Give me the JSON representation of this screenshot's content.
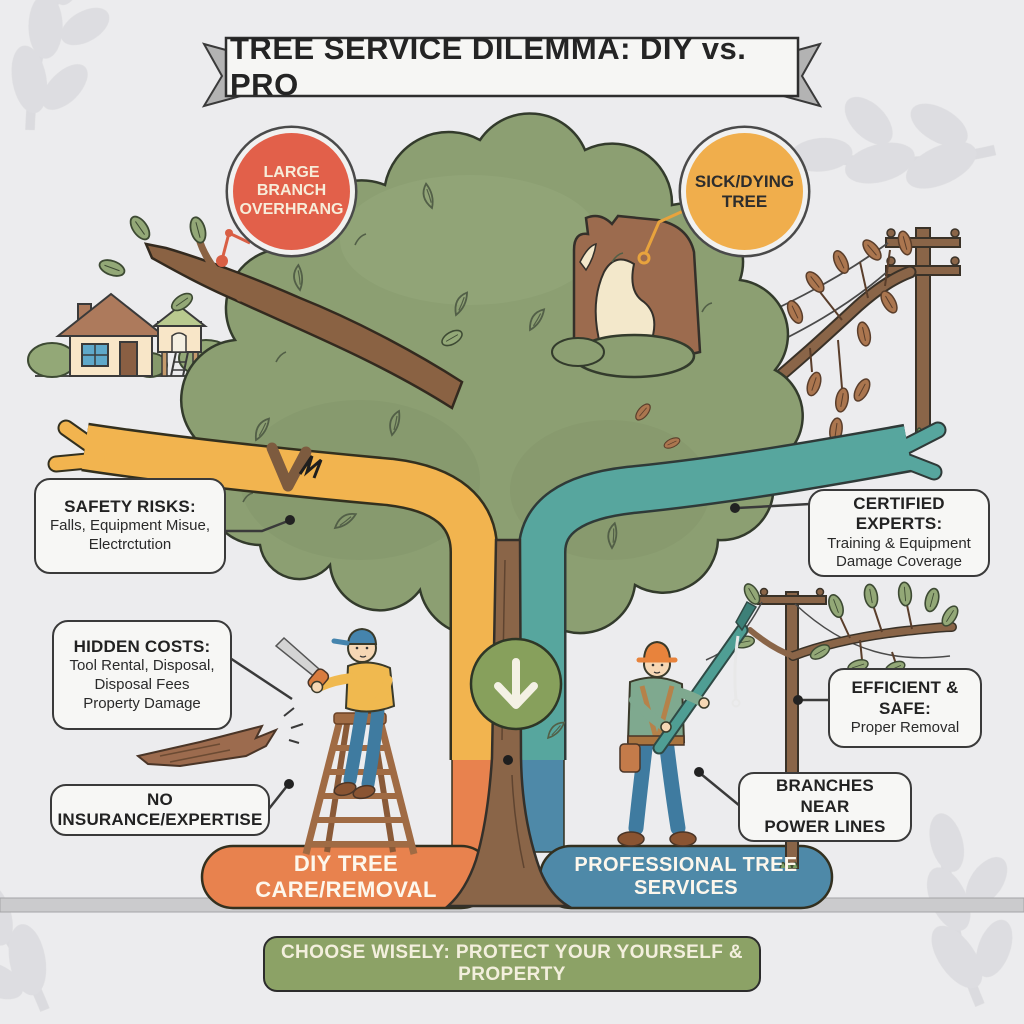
{
  "title": {
    "text": "TREE SERVICE DILEMMA: DIY vs. PRO"
  },
  "callouts": {
    "large_branch": {
      "text": "LARGE\nBRANCH\nOVERHRANG",
      "color": "#E2604A"
    },
    "sick_tree": {
      "text": "SICK/DYING\nTREE",
      "color": "#F0AE4C"
    }
  },
  "diy_side": {
    "boxes": {
      "safety_risks": {
        "heading": "SAFETY RISKS:",
        "body": "Falls, Equipment Misue,\nElectrctution"
      },
      "hidden_costs": {
        "heading": "HIDDEN COSTS:",
        "body": "Tool Rental, Disposal,\nDisposal Fees\nProperty Damage"
      },
      "no_insurance": {
        "heading": "NO INSURANCE/EXPERTISE"
      }
    },
    "banner": {
      "text": "DIY TREE CARE/REMOVAL",
      "color": "#E8824E"
    }
  },
  "pro_side": {
    "boxes": {
      "certified_experts": {
        "heading": "CERTIFIED EXPERTS:",
        "body": "Training & Equipment\nDamage Coverage"
      },
      "efficient_safe": {
        "heading": "EFFICIENT & SAFE:",
        "body": "Proper Removal"
      },
      "branches_power": {
        "heading": "BRANCHES NEAR\nPOWER LINES"
      }
    },
    "banner": {
      "text": "PROFESSIONAL TREE SERVICES",
      "color": "#4E89A8"
    }
  },
  "footer": {
    "text": "CHOOSE WISELY: PROTECT YOUR YOURSELF & PROPERTY",
    "color": "#8CA266"
  },
  "icons": {
    "center_arrow": "down-arrow"
  },
  "palette": {
    "background": "#ECECEE",
    "canopy": "#8C9F72",
    "trunk": "#8A6548",
    "diy_branch": "#F2B44F",
    "pro_branch": "#57A69E",
    "diy_banner": "#E8824E",
    "pro_banner": "#4E89A8",
    "alert_red": "#E2604A",
    "alert_yellow": "#F0AE4C",
    "footer_green": "#8CA266"
  }
}
